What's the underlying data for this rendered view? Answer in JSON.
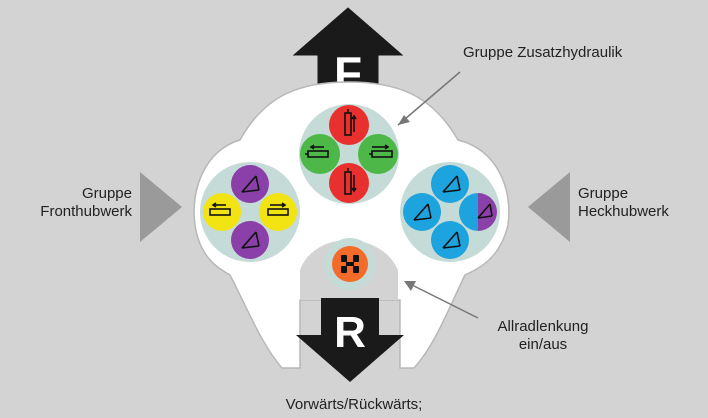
{
  "labels": {
    "top_right": "Gruppe Zusatzhydraulik",
    "left_line1": "Gruppe",
    "left_line2": "Fronthubwerk",
    "right_line1": "Gruppe",
    "right_line2": "Heckhubwerk",
    "bottom_right_line1": "Allradlenkung",
    "bottom_right_line2": "ein/aus",
    "bottom": "Vorwärts/Rückwärts;"
  },
  "arrows": {
    "forward": "F",
    "reverse": "R"
  },
  "groups": {
    "zusatzhydraulik": {
      "color": "#c5dbd8",
      "buttons": [
        "#e8312e",
        "#4db848",
        "#4db848",
        "#e8312e"
      ]
    },
    "fronthubwerk": {
      "color": "#c5dbd8",
      "buttons": [
        "#8b3fa8",
        "#f2e312",
        "#f2e312",
        "#8b3fa8"
      ]
    },
    "heckhubwerk": {
      "color": "#c5dbd8",
      "buttons": [
        "#1da3dd",
        "#1da3dd",
        "#8b3fa8",
        "#1da3dd"
      ]
    },
    "allrad": {
      "color": "#c5dbd8",
      "buttons": [
        "#f26b2a"
      ]
    }
  },
  "icons": [
    "cylinder-icon",
    "lift-arm-icon",
    "steering-icon"
  ]
}
